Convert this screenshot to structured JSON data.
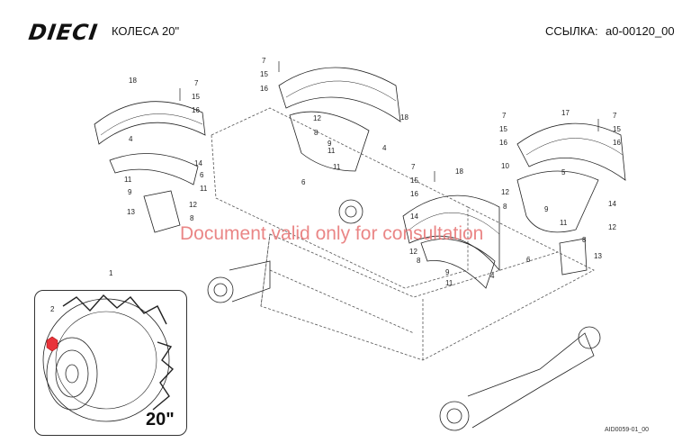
{
  "header": {
    "logo": "DIECI",
    "title": "КОЛЕСА 20\"",
    "ref_label": "ССЫЛКА:",
    "ref_value": "a0-00120_00"
  },
  "watermark": "Document valid only for consultation",
  "inset": {
    "size_label": "20\""
  },
  "footer": {
    "code": "AID0059-01_00"
  },
  "colors": {
    "watermark": "#e87a7a",
    "highlight_marker": "#e8333a"
  },
  "callouts": [
    "1",
    "2",
    "4",
    "5",
    "6",
    "7",
    "8",
    "9",
    "10",
    "11",
    "12",
    "13",
    "14",
    "15",
    "16",
    "17",
    "18"
  ]
}
